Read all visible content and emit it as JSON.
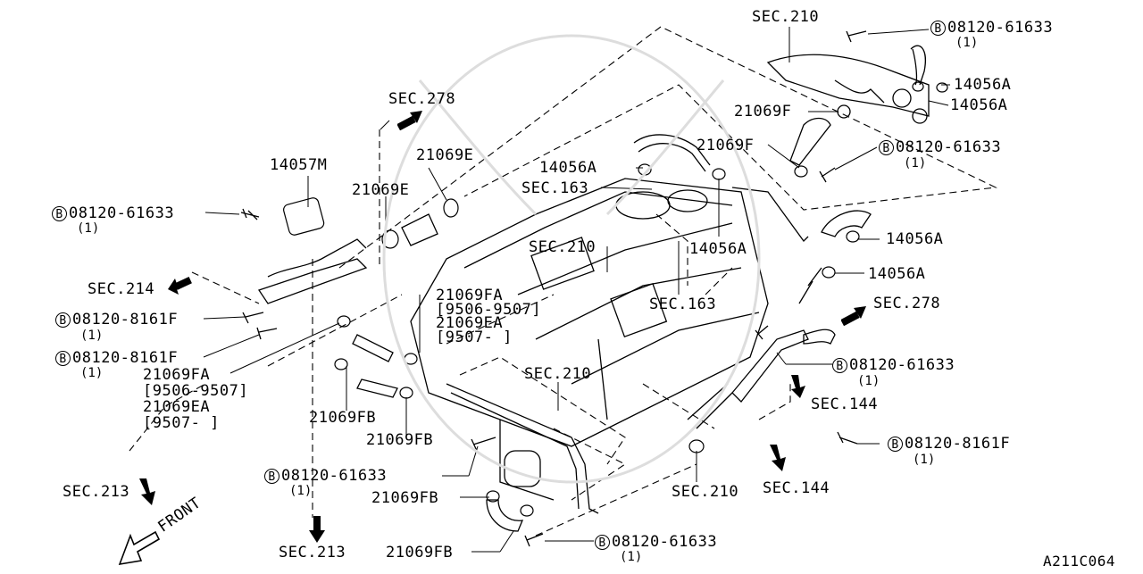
{
  "labels": {
    "sec210_top": "SEC.210",
    "b_top": "08120-61633",
    "b_top_qty": "(1)",
    "p14056a_r1": "14056A",
    "p14056a_r2": "14056A",
    "p21069f_1": "21069F",
    "p21069f_2": "21069F",
    "b_right1": "08120-61633",
    "b_right1_qty": "(1)",
    "p14056a_mid": "14056A",
    "sec163_top": "SEC.163",
    "sec278_top": "SEC.278",
    "p14057m": "14057M",
    "p21069e_1": "21069E",
    "p21069e_2": "21069E",
    "b_left1": "08120-61633",
    "b_left1_qty": "(1)",
    "sec214": "SEC.214",
    "b_left2": "08120-8161F",
    "b_left2_qty": "(1)",
    "b_left3": "08120-8161F",
    "b_left3_qty": "(1)",
    "p21069fa_left": "21069FA",
    "p9506_left": "[9506-9507]",
    "p21069ea_left": "21069EA",
    "p9507_left": "[9507-     ]",
    "sec213_left": "SEC.213",
    "front": "FRONT",
    "sec213_bottom": "SEC.213",
    "sec210_center": "SEC.210",
    "p14056a_center": "14056A",
    "p14056a_right2": "14056A",
    "p14056a_right3": "14056A",
    "p21069fa_center": "21069FA",
    "p9506_center": "[9506-9507]",
    "p21069ea_center": "21069EA",
    "p9507_center": "[9507-     ]",
    "sec163_center": "SEC.163",
    "sec278_right": "SEC.278",
    "b_right2": "08120-61633",
    "b_right2_qty": "(1)",
    "sec144_1": "SEC.144",
    "b_right3": "08120-8161F",
    "b_right3_qty": "(1)",
    "sec144_2": "SEC.144",
    "sec210_lower": "SEC.210",
    "p21069fb_1": "21069FB",
    "p21069fb_2": "21069FB",
    "b_bottom1": "08120-61633",
    "b_bottom1_qty": "(1)",
    "p21069fb_3": "21069FB",
    "sec210_bottom": "SEC.210",
    "p21069fb_4": "21069FB",
    "b_bottom2": "08120-61633",
    "b_bottom2_qty": "(1)",
    "diagram_code": "A211C064"
  },
  "bolt_symbol": "B"
}
